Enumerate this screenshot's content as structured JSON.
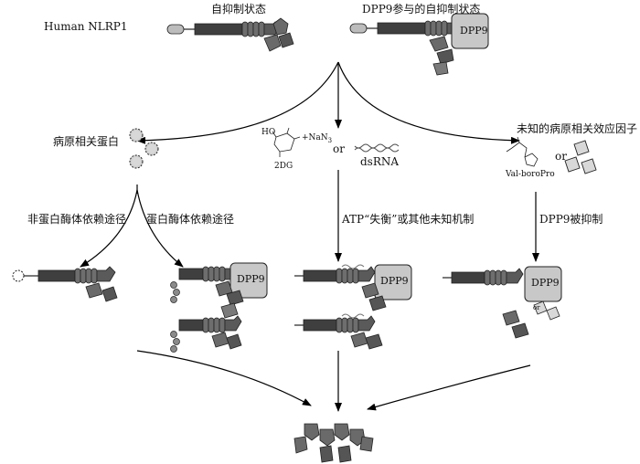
{
  "title": "Human NLRP1",
  "states": {
    "autoinhibited": "自抑制状态",
    "dpp9_autoinhibited": "DPP9参与的自抑制状态"
  },
  "dpp9_label": "DPP9",
  "triggers": {
    "pathogen_protease": "病原相关蛋白",
    "dg_label": "2DG",
    "nan3": "+NaN",
    "nan3_sub": "3",
    "or": "or",
    "dsrna": "dsRNA",
    "unknown_effector": "未知的病原相关效应因子",
    "val_boro_pro": "Val-boroPro"
  },
  "pathways": {
    "non_proteasome": "非蛋白酶体依赖途径",
    "proteasome": "蛋白酶体依赖途径",
    "atp_imbalance": "ATP“失衡”或其他未知机制",
    "dpp9_inhibited": "DPP9被抑制"
  },
  "colors": {
    "dark": "#4a4a4a",
    "mid": "#7a7a7a",
    "light": "#c8c8c8",
    "line": "#000000"
  }
}
